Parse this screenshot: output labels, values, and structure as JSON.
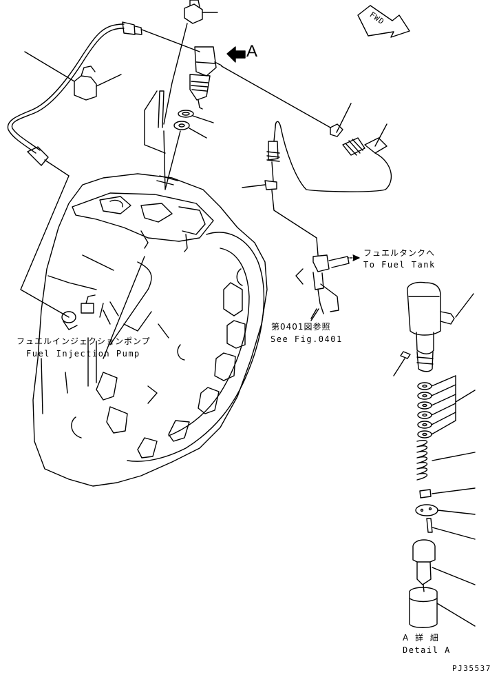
{
  "labels": {
    "fwd": "FWD",
    "arrow_a": "A",
    "fuel_tank_jp": "フュエルタンクへ",
    "fuel_tank_en": "To Fuel Tank",
    "see_fig_jp": "第0401図参照",
    "see_fig_en": "See Fig.0401",
    "pump_jp": "フュエルインジェクションポンプ",
    "pump_en": "Fuel Injection Pump",
    "detail_jp": "A 詳 細",
    "detail_en": "Detail A",
    "drawing_no": "PJ35537"
  }
}
